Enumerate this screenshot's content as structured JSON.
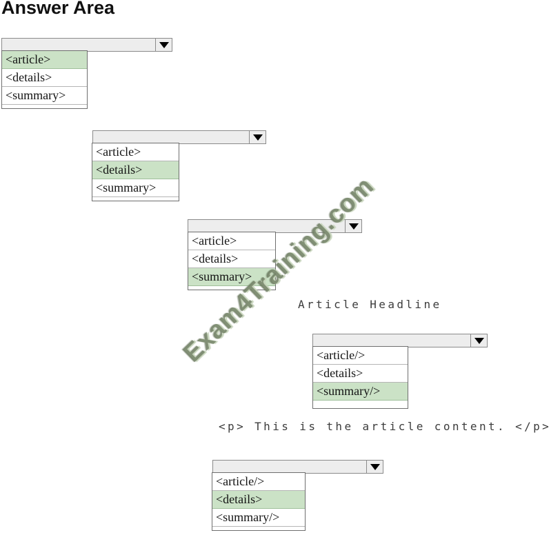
{
  "title": "Answer Area",
  "watermark": "Exam4Training.com",
  "colors": {
    "highlight_green": "#cbe2c6",
    "select_background": "#ededed",
    "watermark_green": "#708064"
  },
  "texts": {
    "article_headline": "Article Headline",
    "article_content": "<p> This is the article content. </p>"
  },
  "dropdowns": [
    {
      "name": "outer-element",
      "selected_value": "",
      "options": [
        {
          "label": "<article>",
          "highlighted": true
        },
        {
          "label": "<details>",
          "highlighted": false
        },
        {
          "label": "<summary>",
          "highlighted": false
        }
      ]
    },
    {
      "name": "second-level-element",
      "selected_value": "",
      "options": [
        {
          "label": "<article>",
          "highlighted": false
        },
        {
          "label": "<details>",
          "highlighted": true
        },
        {
          "label": "<summary>",
          "highlighted": false
        }
      ]
    },
    {
      "name": "third-level-element",
      "selected_value": "",
      "options": [
        {
          "label": "<article>",
          "highlighted": false
        },
        {
          "label": "<details>",
          "highlighted": false
        },
        {
          "label": "<summary>",
          "highlighted": true
        }
      ]
    },
    {
      "name": "headline-closing-element",
      "selected_value": "",
      "options": [
        {
          "label": "<article/>",
          "highlighted": false
        },
        {
          "label": "<details>",
          "highlighted": false
        },
        {
          "label": "<summary/>",
          "highlighted": true
        }
      ]
    },
    {
      "name": "content-closing-element",
      "selected_value": "",
      "options": [
        {
          "label": "<article/>",
          "highlighted": false
        },
        {
          "label": "<details>",
          "highlighted": true
        },
        {
          "label": "<summary/>",
          "highlighted": false
        }
      ]
    }
  ]
}
